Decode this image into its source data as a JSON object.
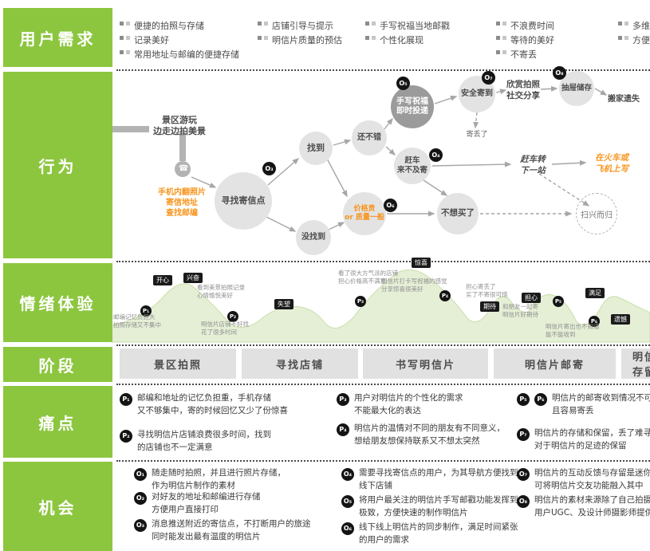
{
  "colors": {
    "green": "#8CC63F",
    "orange": "#F7941D",
    "node_gray": "#E3E3E3",
    "node_dark": "#9B9B9B",
    "tag_black": "#1A1A1A"
  },
  "sidebar": {
    "needs": "用户需求",
    "behavior": "行为",
    "emotion": "情绪体验",
    "stage": "阶段",
    "pain": "痛点",
    "opportunity": "机会"
  },
  "needs": {
    "col1": [
      "便捷的拍照与存储",
      "记录美好",
      "常用地址与邮编的便捷存储"
    ],
    "col2": [
      "店铺引导与提示",
      "明信片质量的预估"
    ],
    "col3": [
      "手写祝福当地邮戳",
      "个性化展现"
    ],
    "col4": [
      "不浪费时间",
      "等待的美好",
      "不寄丢"
    ],
    "col5": [
      "多维",
      "方便"
    ]
  },
  "behavior": {
    "start": "景区游玩\n边走边拍美景",
    "phone_note": "手机内翻照片\n寄信地址\n查找邮编",
    "find_point": "寻找寄信点",
    "found": "找到",
    "not_found": "没找到",
    "not_bad": "还不错",
    "price": "价格贵\nor 质量一般",
    "write": "手写祝福\n即时投递",
    "catch_train": "赶车\n来不及寄",
    "safe": "安全寄到",
    "lost": "寄丢了",
    "no_buy": "不想买了",
    "enjoy": "欣赏拍照\n社交分享",
    "drawer": "抽屉储存",
    "move_lost": "搬家遗失",
    "transfer": "赶车转\n下一站",
    "train_write": "在火车或\n飞机上写",
    "disappointed": "扫兴而归",
    "markers": {
      "m1": "O₃",
      "m2": "O₅",
      "m3": "O₆",
      "m4": "O₄",
      "m5": "O₇",
      "m6": "O₈"
    }
  },
  "emotion": {
    "tags": [
      "开心",
      "兴奋",
      "失望",
      "惊喜",
      "期待",
      "担心",
      "满足",
      "遗憾"
    ],
    "pmarks": [
      "P₁",
      "P₂",
      "P₃",
      "P₄",
      "P₅",
      "P₆"
    ],
    "notes": [
      "邮编记忆负担大\n拍照存储又不集中",
      "看到美景拍照记录\n心情愉悦美好",
      "明信片店铺不好找\n花了很多时间",
      "看了很大方气派的店铺\n担心价格高不满意",
      "明信片打卡写祝福的感觉\n分享惊喜很美好",
      "担心寄丢了\n买了不寄很可惜",
      "和朋友一起寄\n明信片好期待",
      "明信片寄出也不知道\n能不能收到"
    ]
  },
  "stages": [
    "景区拍照",
    "寻找店铺",
    "书写明信片",
    "明信片邮寄",
    "明信片存留"
  ],
  "pains": [
    {
      "marks": [
        "P₁"
      ],
      "text": "邮编和地址的记忆负担重，手机存储\n又不够集中，寄的时候回忆又少了份惊喜"
    },
    {
      "marks": [
        "P₂"
      ],
      "text": "寻找明信片店铺浪费很多时间，找到\n的店铺也不一定满意"
    },
    {
      "marks": [
        "P₃"
      ],
      "text": "用户对明信片的个性化的需求\n不能最大化的表达"
    },
    {
      "marks": [
        "P₄"
      ],
      "text": "明信片的温情对不同的朋友有不同意义，\n想给朋友想保持联系又不想太突然"
    },
    {
      "marks": [
        "P₅",
        "P₆"
      ],
      "text": "明信片的邮寄收到情况不可知，\n且容易寄丢"
    },
    {
      "marks": [
        "P₇"
      ],
      "text": "明信片的存储和保留，丢了难寻，\n对于明信片的足迹的保留"
    }
  ],
  "opportunities": [
    {
      "mark": "O₁",
      "text": "随走随时拍照，并且进行照片存储，\n作为明信片制作的素材"
    },
    {
      "mark": "O₂",
      "text": "对好友的地址和邮编进行存储\n方便用户直接打印"
    },
    {
      "mark": "O₃",
      "text": "消息推送附近的寄信点，不打断用户的旅途\n同时能发出最有温度的明信片"
    },
    {
      "mark": "O₄",
      "text": "需要寻找寄信点的用户，为其导航方便找到\n线下店铺"
    },
    {
      "mark": "O₅",
      "text": "将用户最关注的明信片手写邮戳功能发挥到\n极致，方便快速的制作明信片"
    },
    {
      "mark": "O₆",
      "text": "线下线上明信片的同步制作，满足时间紧张\n的用户的需求"
    },
    {
      "mark": "O₇",
      "text": "明信片的互动反馈与存留是迷你\n可将明信片交友功能融入其中"
    },
    {
      "mark": "O₈",
      "text": "明信片的素材来源除了自己拍摄\n用户UGC、及设计师摄影师提供"
    }
  ]
}
